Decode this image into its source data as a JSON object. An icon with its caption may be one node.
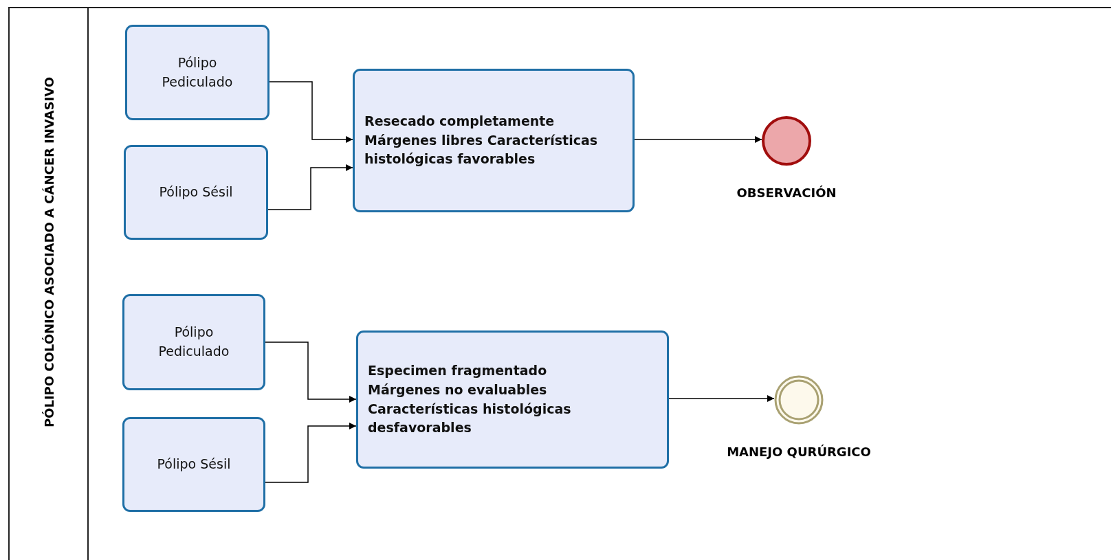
{
  "diagram": {
    "nodes": [
      {
        "text": [
          "PÓLIPO COLÓNICO ASOCIADO A CÁNCER INVASIVO"
        ]
      },
      {
        "text": [
          "Pólipo Pediculado"
        ],
        "in": 0
      },
      {
        "text": [
          "Pólipo Sésil"
        ],
        "in": 0
      },
      {
        "text": [
          "Resecado completamente Márgenes libres Características histológicas favorables"
        ],
        "in": 0
      },
      {
        "text": [],
        "shape": "circle",
        "in": 0,
        "beside": [
          "OBSERVACIÓN"
        ]
      },
      {
        "text": [
          "Pólipo Pediculado"
        ],
        "in": 0
      },
      {
        "text": [
          "Pólipo Sésil"
        ],
        "in": 0
      },
      {
        "text": [
          "Especimen fragmentado Márgenes no evaluables Características histológicas desfavorables"
        ],
        "in": 0
      },
      {
        "text": [],
        "shape": "double-circle",
        "in": 0,
        "beside": [
          "MANEJO QURÚRGICO"
        ]
      }
    ],
    "edges": [
      {
        "from": 1,
        "to": 3,
        "arrow": "to"
      },
      {
        "from": 2,
        "to": 3,
        "arrow": "to"
      },
      {
        "from": 3,
        "to": 4,
        "arrow": "to"
      },
      {
        "from": 5,
        "to": 7,
        "arrow": "to"
      },
      {
        "from": 6,
        "to": 7,
        "arrow": "to"
      },
      {
        "from": 7,
        "to": 8,
        "arrow": "to"
      }
    ]
  }
}
